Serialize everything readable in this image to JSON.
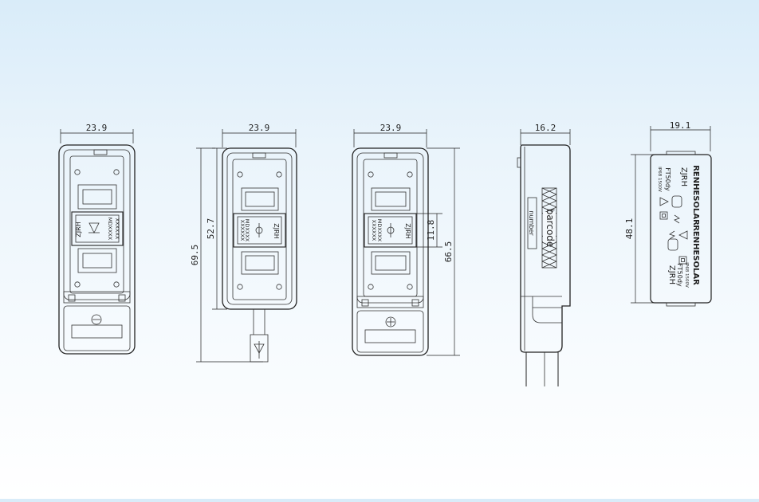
{
  "dimensions": {
    "view1_width": "23.9",
    "view2_width": "23.9",
    "view2_inner_height": "52.7",
    "view2_total_height": "69.5",
    "view3_width": "23.9",
    "view3_window_height": "11.8",
    "view3_total_height": "66.5",
    "side_width": "16.2",
    "label_width": "19.1",
    "label_height": "48.1"
  },
  "module_marks": {
    "brand_code": "ZJRH",
    "model": "MDXXXX",
    "model_sub": "XXXXXX"
  },
  "side_label": {
    "barcode": "barcode",
    "number": "number"
  },
  "nameplate": {
    "brand": "RENHESOLAR",
    "model_line": "ZJRH",
    "type_line": "FT50dy",
    "ip_line": "IP68 1500V"
  },
  "colors": {
    "line": "#222222",
    "background_top": "#d9ecf9",
    "background_bottom": "#ffffff"
  }
}
